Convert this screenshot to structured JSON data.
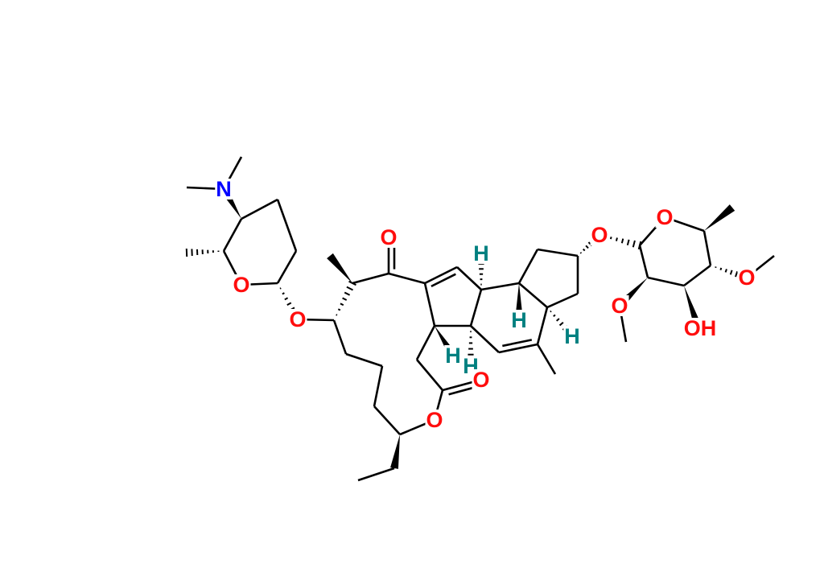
{
  "molecule": {
    "labels": {
      "n_dimethylamino": "N",
      "o_ring_left": "O",
      "o_glycosidic_left": "O",
      "o_ketone": "O",
      "h_1": "H",
      "h_2": "H",
      "h_3": "H",
      "h_4": "H",
      "h_5": "H",
      "o_lactone_carbonyl": "O",
      "o_lactone": "O",
      "o_glycosidic_right": "O",
      "o_ring_right": "O",
      "o_methoxy_a": "O",
      "o_methoxy_b": "O",
      "oh_group": "OH"
    },
    "colors": {
      "bond": "#000000",
      "oxygen": "#ff0d0d",
      "nitrogen": "#0000ff",
      "hydrogen": "#008080"
    }
  }
}
